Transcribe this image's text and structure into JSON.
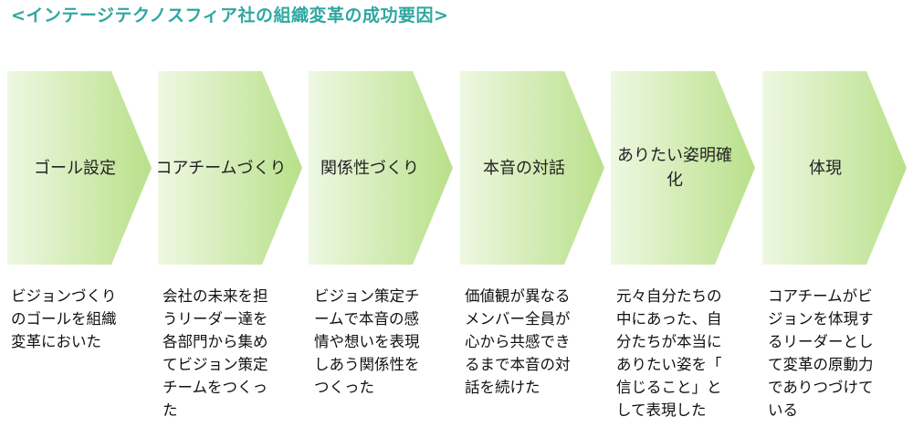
{
  "title": "<インテージテクノスフィア社の組織変革の成功要因>",
  "steps": [
    {
      "label": "ゴール設定",
      "description": "ビジョンづくりのゴールを組織変革においた"
    },
    {
      "label": "コアチームづくり",
      "description": "会社の未来を担うリーダー達を各部門から集めてビジョン策定チームをつくった"
    },
    {
      "label": "関係性づくり",
      "description": "ビジョン策定チームで本音の感情や想いを表現しあう関係性をつくった"
    },
    {
      "label": "本音の対話",
      "description": "価値観が異なるメンバー全員が心から共感できるまで本音の対話を続けた"
    },
    {
      "label": "ありたい姿明確化",
      "description": "元々自分たちの中にあった、自分たちが本当にありたい姿を「信じること」として表現した"
    },
    {
      "label": "体現",
      "description": "コアチームがビジョンを体現するリーダーとして変革の原動力でありつづけている"
    }
  ],
  "colors": {
    "title": "#2fa7a0",
    "chevron_light": "#eef8e2",
    "chevron_dark": "#b9e08a"
  }
}
